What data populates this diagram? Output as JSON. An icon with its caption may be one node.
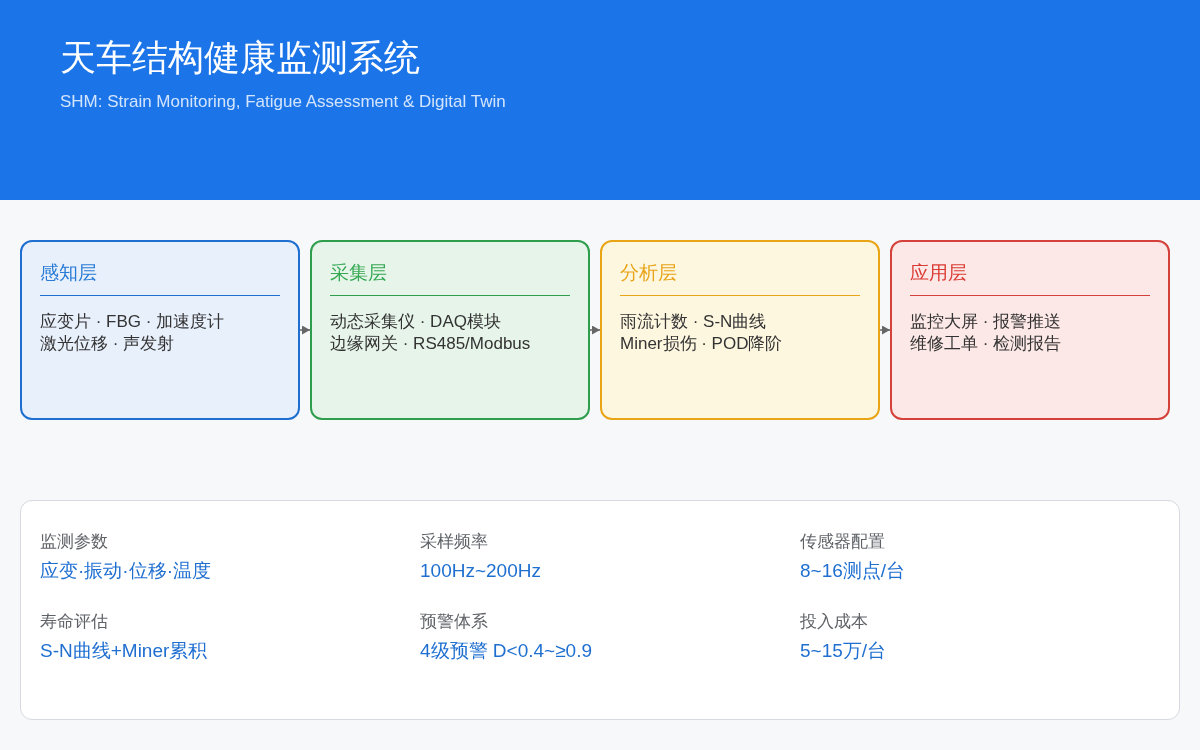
{
  "diagram": {
    "title": "天车结构健康监测系统",
    "nodes": [
      {
        "text": [
          "感知层",
          "应变片 · FBG · 加速度计",
          "激光位移 · 声发射"
        ]
      },
      {
        "text": [
          "采集层",
          "动态采集仪 · DAQ模块",
          "边缘网关 · RS485/Modbus"
        ]
      },
      {
        "text": [
          "分析层",
          "雨流计数 · S-N曲线",
          "Miner损伤 · POD降阶"
        ]
      },
      {
        "text": [
          "应用层",
          "监控大屏 · 报警推送",
          "维修工单 · 检测报告"
        ]
      },
      {
        "text": [
          "监测参数",
          "应变·振动·位移·温度",
          "采样频率",
          "100Hz~200Hz",
          "传感器配置",
          "8~16测点/台",
          "寿命评估",
          "S-N曲线+Miner累积",
          "预警体系",
          "4级预警 D<0.4~≥0.9",
          "投入成本",
          "5~15万/台"
        ]
      }
    ],
    "edges": [
      {
        "from": 0,
        "to": 1,
        "arrow": "to"
      },
      {
        "from": 1,
        "to": 2,
        "arrow": "to"
      },
      {
        "from": 2,
        "to": 3,
        "arrow": "to"
      }
    ],
    "labels": [
      "SHM: Strain Monitoring, Fatigue Assessment & Digital Twin"
    ]
  }
}
